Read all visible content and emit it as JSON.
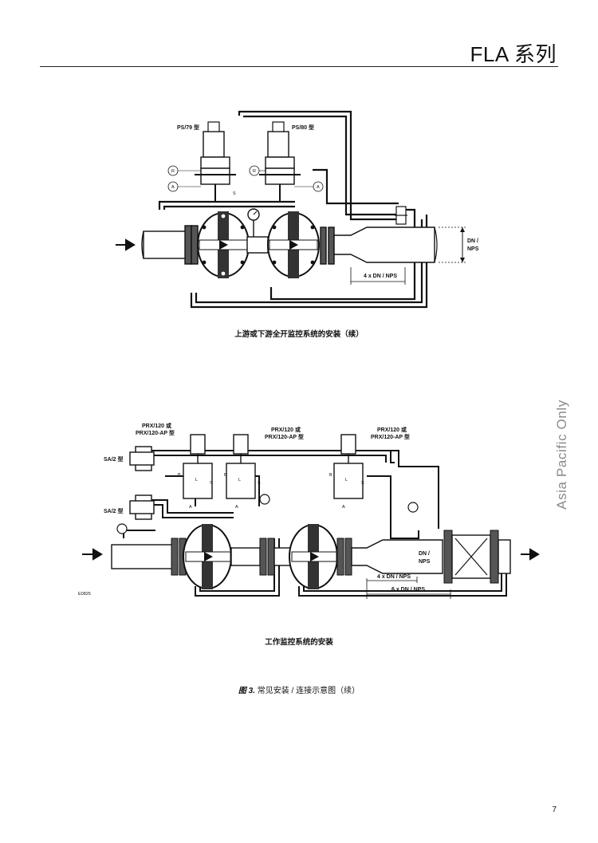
{
  "header": {
    "title": "FLA 系列"
  },
  "side_note": "Asia Pacific Only",
  "figure1": {
    "labels": {
      "model_left": "PS/79 型",
      "model_right": "PS/80 型",
      "r": "R",
      "a": "A",
      "s": "S",
      "dn_nps": "DN / NPS",
      "dn": "DN /",
      "nps": "NPS",
      "length": "4 x DN / NPS"
    },
    "caption": "上游或下游全开监控系统的安装（续）"
  },
  "figure2": {
    "labels": {
      "prx_left_1": "PRX/120 或",
      "prx_left_2": "PRX/120-AP 型",
      "prx_mid_1": "PRX/120 或",
      "prx_mid_2": "PRX/120-AP 型",
      "prx_right_1": "PRX/120 或",
      "prx_right_2": "PRX/120-AP 型",
      "sa2_top": "SA/2 型",
      "sa2_bottom": "SA/2 型",
      "b": "B",
      "l": "L",
      "s": "S",
      "a": "A",
      "dn": "DN /",
      "nps": "NPS",
      "len4": "4 x DN / NPS",
      "len6": "6 x DN / NPS",
      "code": "E0825"
    },
    "caption": "工作监控系统的安装"
  },
  "figure_caption": {
    "number": "图 3.",
    "text": " 常见安装 / 连接示意图（续）"
  },
  "page_number": "7"
}
